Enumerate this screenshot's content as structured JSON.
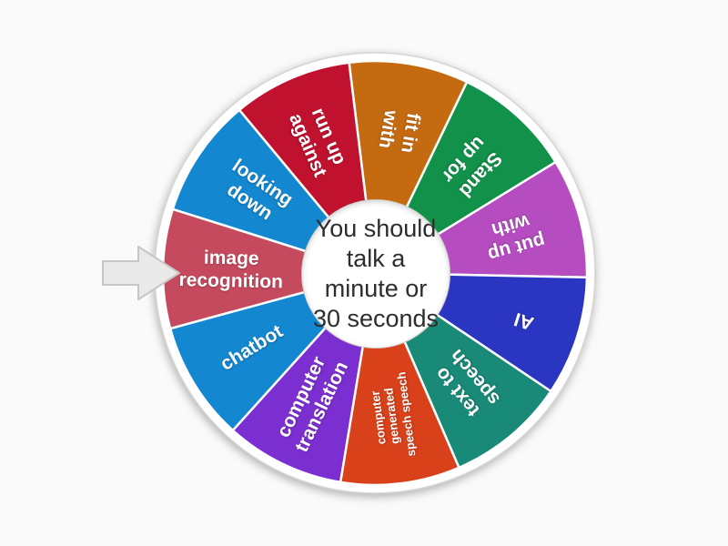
{
  "page": {
    "background_color": "#fafafa"
  },
  "pointer": {
    "fill_color": "#e9e9e9",
    "border_color": "#c6c6c6"
  },
  "wheel": {
    "ring_color": "#ffffff",
    "ring_edge_color": "#d8d5d2",
    "center_text": "You should\ntalk a\nminute or\n30 seconds",
    "segments": [
      {
        "label": "fit in\nwith",
        "color": "#c46a10"
      },
      {
        "label": "Stand\nup for",
        "color": "#12914a"
      },
      {
        "label": "put up\nwith",
        "color": "#b54cc0"
      },
      {
        "label": "AI",
        "color": "#2a35c2"
      },
      {
        "label": "text to\nspeech",
        "color": "#1a8a78"
      },
      {
        "label": "computer\ngenerated\nspeech speech",
        "color": "#d8411a"
      },
      {
        "label": "computer\ntranslation",
        "color": "#7c2fd0"
      },
      {
        "label": "chatbot",
        "color": "#1387d0"
      },
      {
        "label": "image\nrecognition",
        "color": "#c64a5e"
      },
      {
        "label": "looking\ndown",
        "color": "#1387d0"
      },
      {
        "label": "run up\nagainst",
        "color": "#c0122f"
      }
    ]
  }
}
